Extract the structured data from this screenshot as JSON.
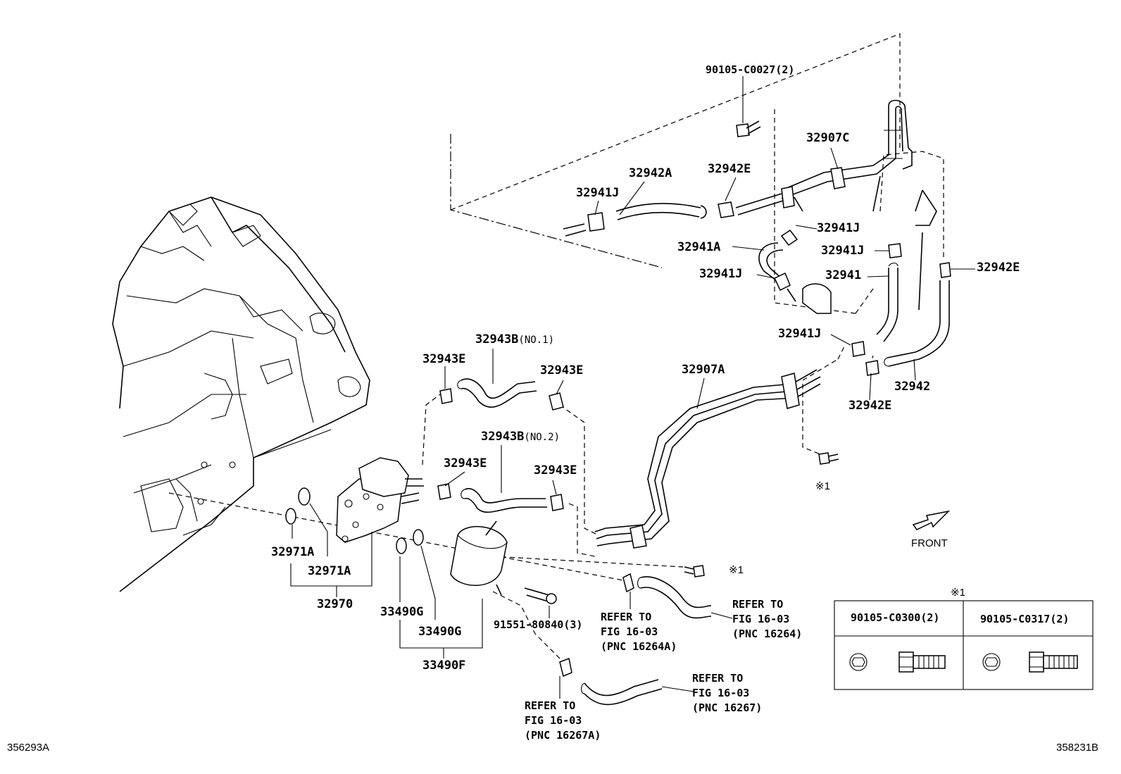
{
  "labels": {
    "p90105_c0027": "90105-C0027(2)",
    "p32907C": "32907C",
    "p32942A": "32942A",
    "p32942E_top": "32942E",
    "p32941J_top": "32941J",
    "p32941J_r1": "32941J",
    "p32941A": "32941A",
    "p32941J_r2": "32941J",
    "p32942E_right": "32942E",
    "p32941J_r3": "32941J",
    "p32941": "32941",
    "p32941J_r4": "32941J",
    "p32942": "32942",
    "p32942E_low": "32942E",
    "p32907A": "32907A",
    "p32943B_no1": "32943B",
    "p32943B_no1_sfx": "(NO.1)",
    "p32943E_a": "32943E",
    "p32943E_b": "32943E",
    "p32943B_no2": "32943B",
    "p32943B_no2_sfx": "(NO.2)",
    "p32943E_c": "32943E",
    "p32943E_d": "32943E",
    "p32971A_a": "32971A",
    "p32971A_b": "32971A",
    "p32970": "32970",
    "p33490G_a": "33490G",
    "p33490G_b": "33490G",
    "p33490F": "33490F",
    "p91551": "91551-80840(3)",
    "mark1_a": "※1",
    "mark1_b": "※1",
    "mark1_c": "※1"
  },
  "refs": {
    "r16264A": [
      "REFER TO",
      "FIG 16-03",
      "(PNC 16264A)"
    ],
    "r16264": [
      "REFER TO",
      "FIG 16-03",
      "(PNC 16264)"
    ],
    "r16267": [
      "REFER TO",
      "FIG 16-03",
      "(PNC 16267)"
    ],
    "r16267A": [
      "REFER TO",
      "FIG 16-03",
      "(PNC 16267A)"
    ]
  },
  "legend": {
    "bolt1": "90105-C0300(2)",
    "bolt2": "90105-C0317(2)"
  },
  "front_label": "FRONT",
  "corner_left": "356293A",
  "corner_right": "358231B"
}
